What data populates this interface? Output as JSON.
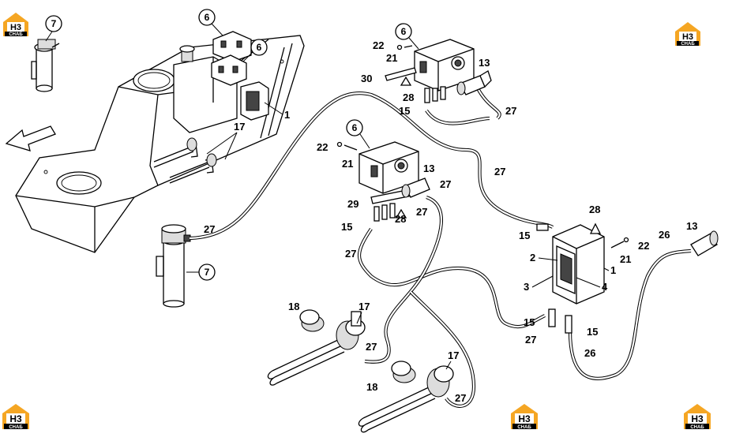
{
  "logos": [
    {
      "letters": "H3",
      "sub": "СНАБ"
    },
    {
      "letters": "H3",
      "sub": "СНАБ"
    },
    {
      "letters": "H3",
      "sub": "СНАБ"
    },
    {
      "letters": "H3",
      "sub": "СНАБ"
    },
    {
      "letters": "H3",
      "sub": "СНАБ"
    }
  ],
  "callouts": {
    "c7a": "7",
    "c7b": "7",
    "c6a": "6",
    "c6b": "6",
    "c6c": "6",
    "c6d": "6"
  },
  "labels": {
    "l1a": "1",
    "l17a": "17",
    "l27a": "27",
    "l22a": "22",
    "l21a": "21",
    "l30": "30",
    "l28a": "28",
    "l15a": "15",
    "l13a": "13",
    "l27b": "27",
    "l22b": "22",
    "l21b": "21",
    "l13b": "13",
    "l27c": "27",
    "l27d": "27",
    "l29": "29",
    "l15b": "15",
    "l28b": "28",
    "l27e": "27",
    "l27f": "27",
    "l28c": "28",
    "l15c": "15",
    "l2": "2",
    "l3": "3",
    "l1b": "1",
    "l4": "4",
    "l21c": "21",
    "l22c": "22",
    "l13c": "13",
    "l26a": "26",
    "l15d": "15",
    "l27g": "27",
    "l15e": "15",
    "l26b": "26",
    "l18a": "18",
    "l17b": "17",
    "l27h": "27",
    "l18b": "18",
    "l17c": "17",
    "l27i": "27"
  },
  "colors": {
    "logo_orange": "#f5a623",
    "logo_black": "#000000"
  }
}
